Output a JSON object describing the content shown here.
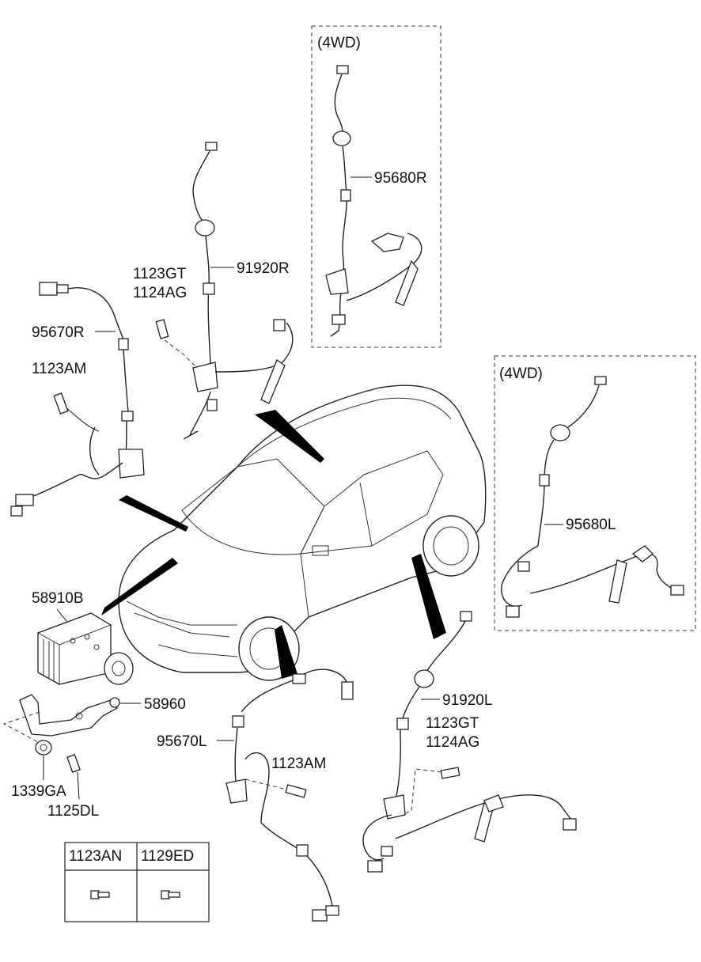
{
  "diagram": {
    "boxes": {
      "rear_4wd": {
        "title": "(4WD)",
        "part": "95680R"
      },
      "side_4wd": {
        "title": "(4WD)",
        "part": "95680L"
      }
    },
    "labels": {
      "p91920R": "91920R",
      "p1123GT_top": "1123GT",
      "p1124AG_top": "1124AG",
      "p95670R": "95670R",
      "p1123AM_top": "1123AM",
      "p58910B": "58910B",
      "p58960": "58960",
      "p1339GA": "1339GA",
      "p1125DL": "1125DL",
      "p95670L": "95670L",
      "p1123AM_bottom": "1123AM",
      "p91920L": "91920L",
      "p1123GT_bottom": "1123GT",
      "p1124AG_bottom": "1124AG"
    },
    "legend_table": {
      "headers": [
        "1123AN",
        "1129ED"
      ]
    }
  }
}
